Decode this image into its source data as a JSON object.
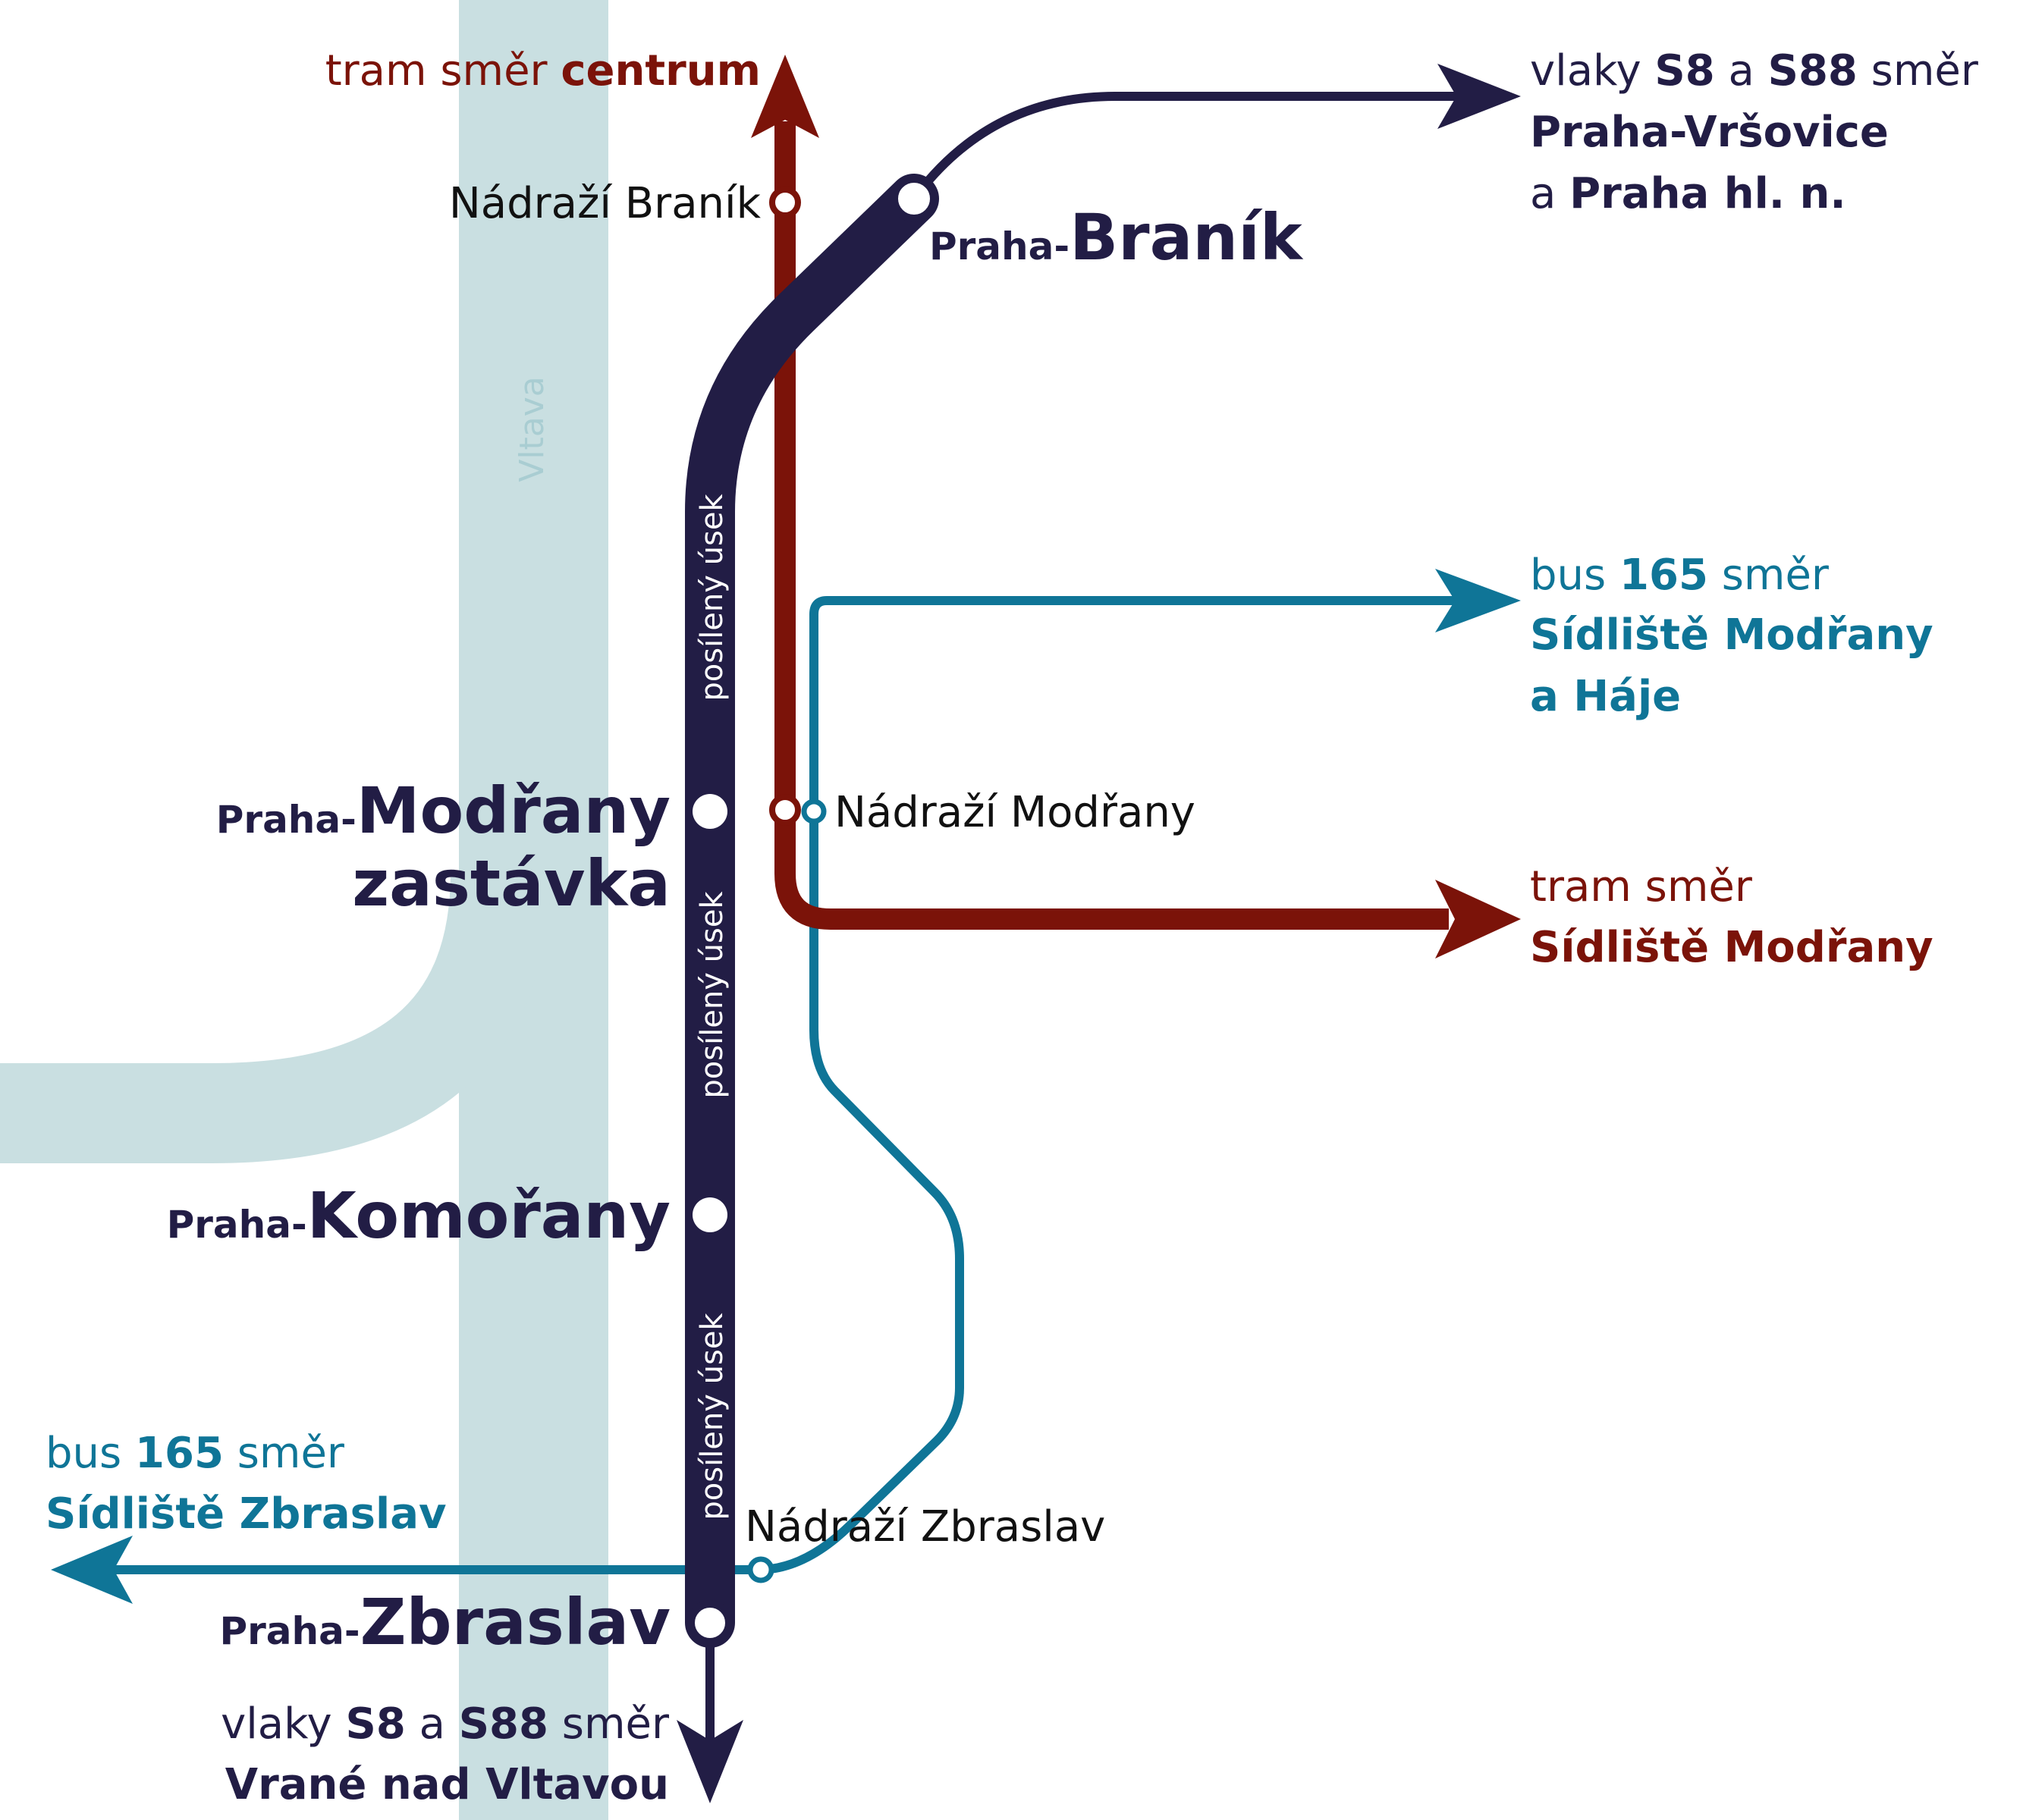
{
  "colors": {
    "river": "#c9dfe1",
    "river_label": "#a9cdd2",
    "train": "#221d45",
    "tram": "#7b1309",
    "bus": "#0f7597",
    "white": "#ffffff"
  },
  "river": {
    "label": "Vltava"
  },
  "reinforced_label": "posílený úsek",
  "train_north": {
    "line1": "vlaky ",
    "s8": "S8",
    "and": " a ",
    "s88": "S88",
    "dir": " směr",
    "line2": "Praha-Vršovice",
    "line3_pre": "a ",
    "line3": "Praha hl. n."
  },
  "train_south": {
    "line1": "vlaky ",
    "s8": "S8",
    "and": " a ",
    "s88": "S88",
    "dir": " směr",
    "line2": "Vrané nad Vltavou"
  },
  "tram_north": {
    "pre": "tram směr ",
    "dest": "centrum"
  },
  "tram_east": {
    "line1": "tram směr",
    "line2": "Sídliště Modřany"
  },
  "bus_east": {
    "pre": "bus ",
    "num": "165",
    "post": " směr",
    "line2": "Sídliště Modřany",
    "line3": "a Háje"
  },
  "bus_west": {
    "pre": "bus ",
    "num": "165",
    "post": " směr",
    "line2": "Sídliště Zbraslav"
  },
  "stations": {
    "branik": {
      "prefix": "Praha-",
      "name": "Braník"
    },
    "modrany": {
      "prefix": "Praha-",
      "name": "Modřany",
      "line2": "zastávka"
    },
    "komorany": {
      "prefix": "Praha-",
      "name": "Komořany"
    },
    "zbraslav": {
      "prefix": "Praha-",
      "name": "Zbraslav"
    }
  },
  "stops": {
    "nadrazi_branik": "Nádraží Braník",
    "nadrazi_modrany": "Nádraží Modřany",
    "nadrazi_zbraslav": "Nádraží Zbraslav"
  }
}
